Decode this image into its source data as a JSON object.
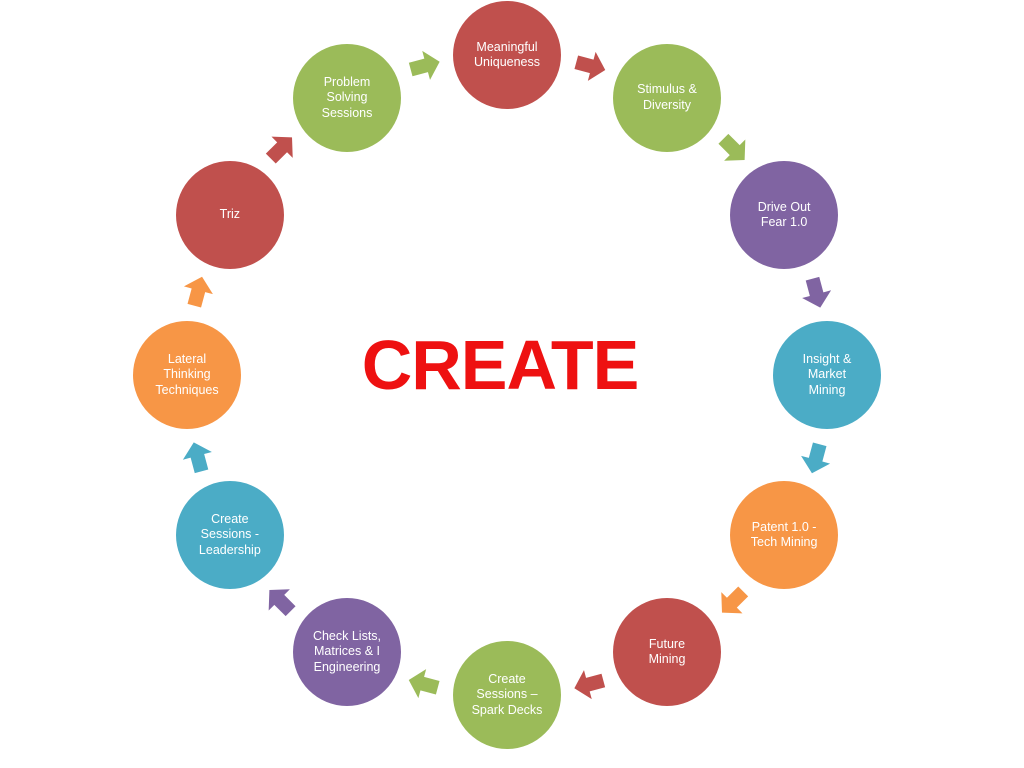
{
  "title": "CREATE",
  "colors": {
    "title": "#ee1111",
    "red": "#c0504d",
    "green": "#9bbb59",
    "purple": "#8064a2",
    "teal": "#4bacc6",
    "orange": "#f79646"
  },
  "cycle": {
    "nodes": [
      {
        "label": "Meaningful\nUniqueness",
        "color": "red"
      },
      {
        "label": "Stimulus &\nDiversity",
        "color": "green"
      },
      {
        "label": "Drive Out\nFear 1.0",
        "color": "purple"
      },
      {
        "label": "Insight &\nMarket\nMining",
        "color": "teal"
      },
      {
        "label": "Patent 1.0 -\nTech Mining",
        "color": "orange"
      },
      {
        "label": "Future\nMining",
        "color": "red"
      },
      {
        "label": "Create\nSessions –\nSpark Decks",
        "color": "green"
      },
      {
        "label": "Check Lists,\nMatrices & I\nEngineering",
        "color": "purple"
      },
      {
        "label": "Create\nSessions -\nLeadership",
        "color": "teal"
      },
      {
        "label": "Lateral\nThinking\nTechniques",
        "color": "orange"
      },
      {
        "label": "Triz",
        "color": "red"
      },
      {
        "label": "Problem\nSolving\nSessions",
        "color": "green"
      }
    ],
    "arrows": [
      {
        "color": "red"
      },
      {
        "color": "green"
      },
      {
        "color": "purple"
      },
      {
        "color": "teal"
      },
      {
        "color": "orange"
      },
      {
        "color": "red"
      },
      {
        "color": "green"
      },
      {
        "color": "purple"
      },
      {
        "color": "teal"
      },
      {
        "color": "orange"
      },
      {
        "color": "red"
      },
      {
        "color": "green"
      }
    ]
  }
}
